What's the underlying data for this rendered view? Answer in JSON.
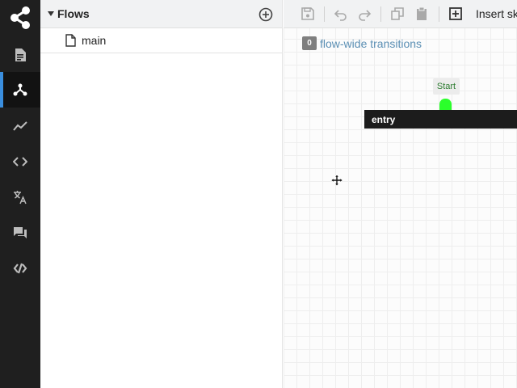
{
  "rail": {
    "active": "flows",
    "items": [
      {
        "id": "content",
        "icon": "document-icon"
      },
      {
        "id": "flows",
        "icon": "flow-icon"
      },
      {
        "id": "analytics",
        "icon": "analytics-icon"
      },
      {
        "id": "code",
        "icon": "code-icon"
      },
      {
        "id": "translate",
        "icon": "translate-icon"
      },
      {
        "id": "qna",
        "icon": "chat-icon"
      },
      {
        "id": "integrations",
        "icon": "link-icon"
      }
    ]
  },
  "flows_panel": {
    "title": "Flows",
    "items": [
      {
        "name": "main"
      }
    ]
  },
  "toolbar": {
    "insert_label": "Insert skill"
  },
  "canvas": {
    "transitions_count": "0",
    "transitions_label": "flow-wide transitions",
    "start_label": "Start",
    "entry_label": "entry"
  },
  "colors": {
    "accent": "#3a8ede",
    "rail_bg": "#1f1f1f",
    "start_port": "#2bff2b",
    "link": "#5b8fb4"
  }
}
